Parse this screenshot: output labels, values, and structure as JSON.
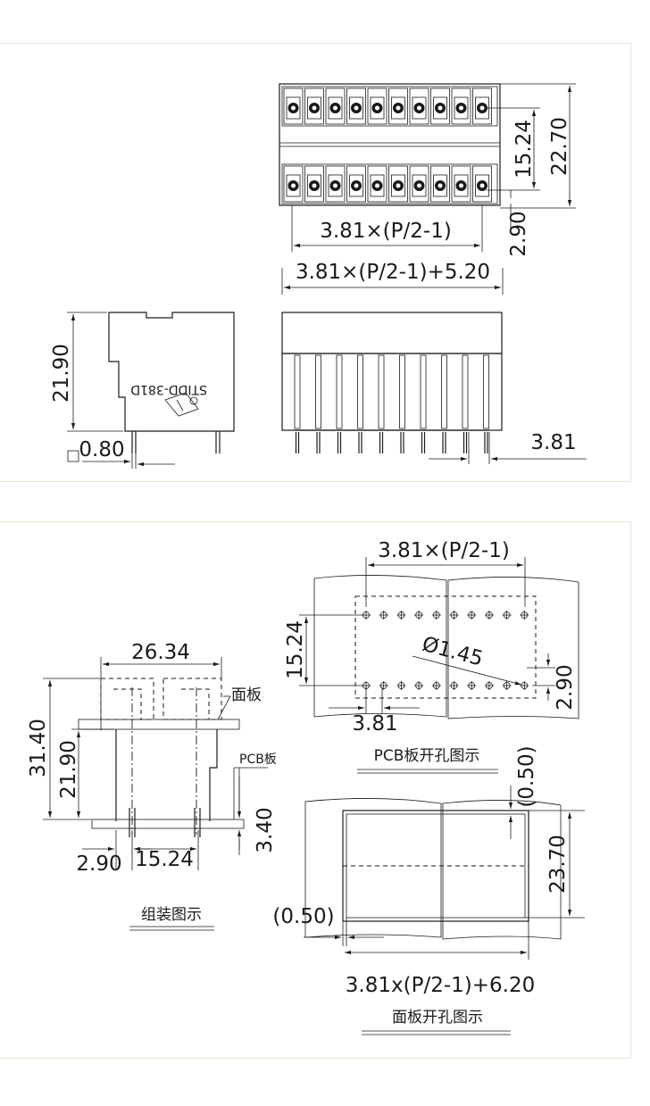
{
  "top_drawing": {
    "pitch_expr": "3.81×(P/2-1)",
    "width_expr": "3.81×(P/2-1)+5.20",
    "dim_15_24": "15.24",
    "dim_22_70": "22.70",
    "dim_2_90": "2.90",
    "dim_21_90": "21.90",
    "dim_0_80": "0.80",
    "dim_3_81": "3.81",
    "part_marking": "STIDD-381D"
  },
  "assembly_drawing": {
    "dim_26_34": "26.34",
    "dim_31_40": "31.40",
    "dim_21_90": "21.90",
    "dim_3_40": "3.40",
    "dim_2_90": "2.90",
    "dim_15_24": "15.24",
    "label_panel": "面板",
    "label_pcb": "PCB板",
    "caption": "组装图示"
  },
  "pcb_drawing": {
    "pitch_expr": "3.81×(P/2-1)",
    "dim_15_24": "15.24",
    "hole_dia": "Ø1.45",
    "dim_2_90": "2.90",
    "dim_3_81": "3.81",
    "caption": "PCB板开孔图示"
  },
  "panel_drawing": {
    "dim_0_50_top": "(0.50)",
    "dim_23_70": "23.70",
    "dim_0_50_left": "(0.50)",
    "width_expr": "3.81x(P/2-1)+6.20",
    "caption": "面板开孔图示"
  }
}
